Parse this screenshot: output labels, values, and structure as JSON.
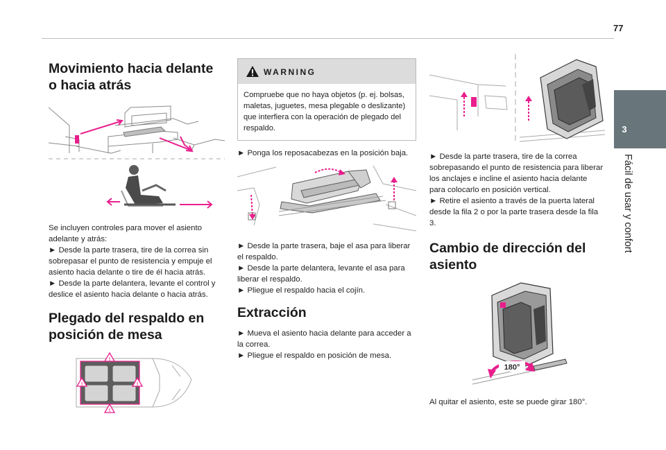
{
  "header": {
    "page_number": "77"
  },
  "chapter": {
    "number": "3",
    "title": "Fácil de usar y confort"
  },
  "col1": {
    "heading1": "Movimiento hacia delante o hacia atrás",
    "para1": "Se incluyen controles para mover el asiento adelante y atrás:\n► Desde la parte trasera, tire de la correa sin sobrepasar el punto de resistencia y empuje el asiento hacia delante o tire de él hacia atrás.\n► Desde la parte delantera, levante el control y deslice el asiento hacia delante o hacia atrás.",
    "heading2": "Plegado del respaldo en posición de mesa"
  },
  "col2": {
    "warning_title": "WARNING",
    "warning_text": "Compruebe que no haya objetos (p. ej. bolsas, maletas, juguetes, mesa plegable o deslizante) que interfiera con la operación de plegado del respaldo.",
    "para1": "► Ponga los reposacabezas en la posición baja.",
    "para2": "► Desde la parte trasera, baje el asa para liberar el respaldo.\n► Desde la parte delantera, levante el asa para liberar el respaldo.\n► Pliegue el respaldo hacia el cojín.",
    "heading3": "Extracción",
    "para3": "► Mueva el asiento hacia delante para acceder a la correa.\n► Pliegue el respaldo en posición de mesa."
  },
  "col3": {
    "para1": "► Desde la parte trasera, tire de la correa sobrepasando el punto de resistencia para liberar los anclajes e incline el asiento hacia delante para colocarlo en posición vertical.\n► Retire el asiento a través de la puerta lateral desde la fila 2 o por la parte trasera desde la fila 3.",
    "heading4": "Cambio de dirección del asiento",
    "rotation_label": "180°",
    "para2": "Al quitar el asiento, este se puede girar 180°."
  },
  "colors": {
    "accent": "#e91e8c",
    "tab": "#68757a",
    "warning_bg": "#dcdcdc",
    "illustration_gray": "#555555"
  },
  "icons": {
    "warning": "warning-triangle-icon"
  }
}
